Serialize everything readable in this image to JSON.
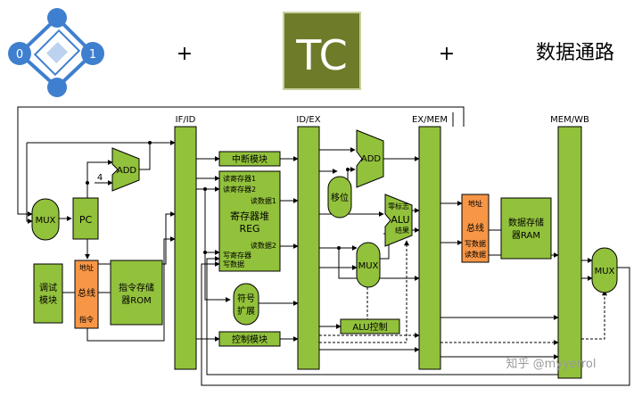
{
  "header": {
    "plus": "+",
    "logo_tc": "TC",
    "title": "数据通路"
  },
  "logo_bits": {
    "left": "0",
    "right": "1"
  },
  "stages": {
    "ifid": "IF/ID",
    "idex": "ID/EX",
    "exmem": "EX/MEM",
    "memwb": "MEM/WB"
  },
  "blocks": {
    "mux1": "MUX",
    "pc": "PC",
    "add1": "ADD",
    "const4": "4",
    "debug_line1": "调试",
    "debug_line2": "模块",
    "bus": "总线",
    "bus_addr": "地址",
    "bus_instr": "指令",
    "rom_line1": "指令存储",
    "rom_line2": "器ROM",
    "interrupt": "中断模块",
    "reg_read1": "读寄存器1",
    "reg_read2": "读寄存器2",
    "reg_data1": "读数据1",
    "reg_title1": "寄存器堆",
    "reg_title2": "REG",
    "reg_data2": "读数据2",
    "reg_write": "写寄存器",
    "reg_wdata": "写数据",
    "sign_line1": "符号",
    "sign_line2": "扩展",
    "control": "控制模块",
    "add2": "ADD",
    "shift": "移位",
    "mux2": "MUX",
    "alu_zero": "零标志",
    "alu": "ALU",
    "alu_result": "结果",
    "alu_ctrl": "ALU控制",
    "bus2": "总线",
    "bus2_addr": "地址",
    "bus2_wdata": "写数据",
    "bus2_rdata": "读数据",
    "ram_line1": "数据存储",
    "ram_line2": "器RAM",
    "mux3": "MUX"
  },
  "watermark": "知乎 @myyerrol",
  "colors": {
    "green": "#92c13c",
    "orange": "#f79646",
    "blue": "#3f7fcf",
    "tc_bg": "#6e7c2a"
  }
}
